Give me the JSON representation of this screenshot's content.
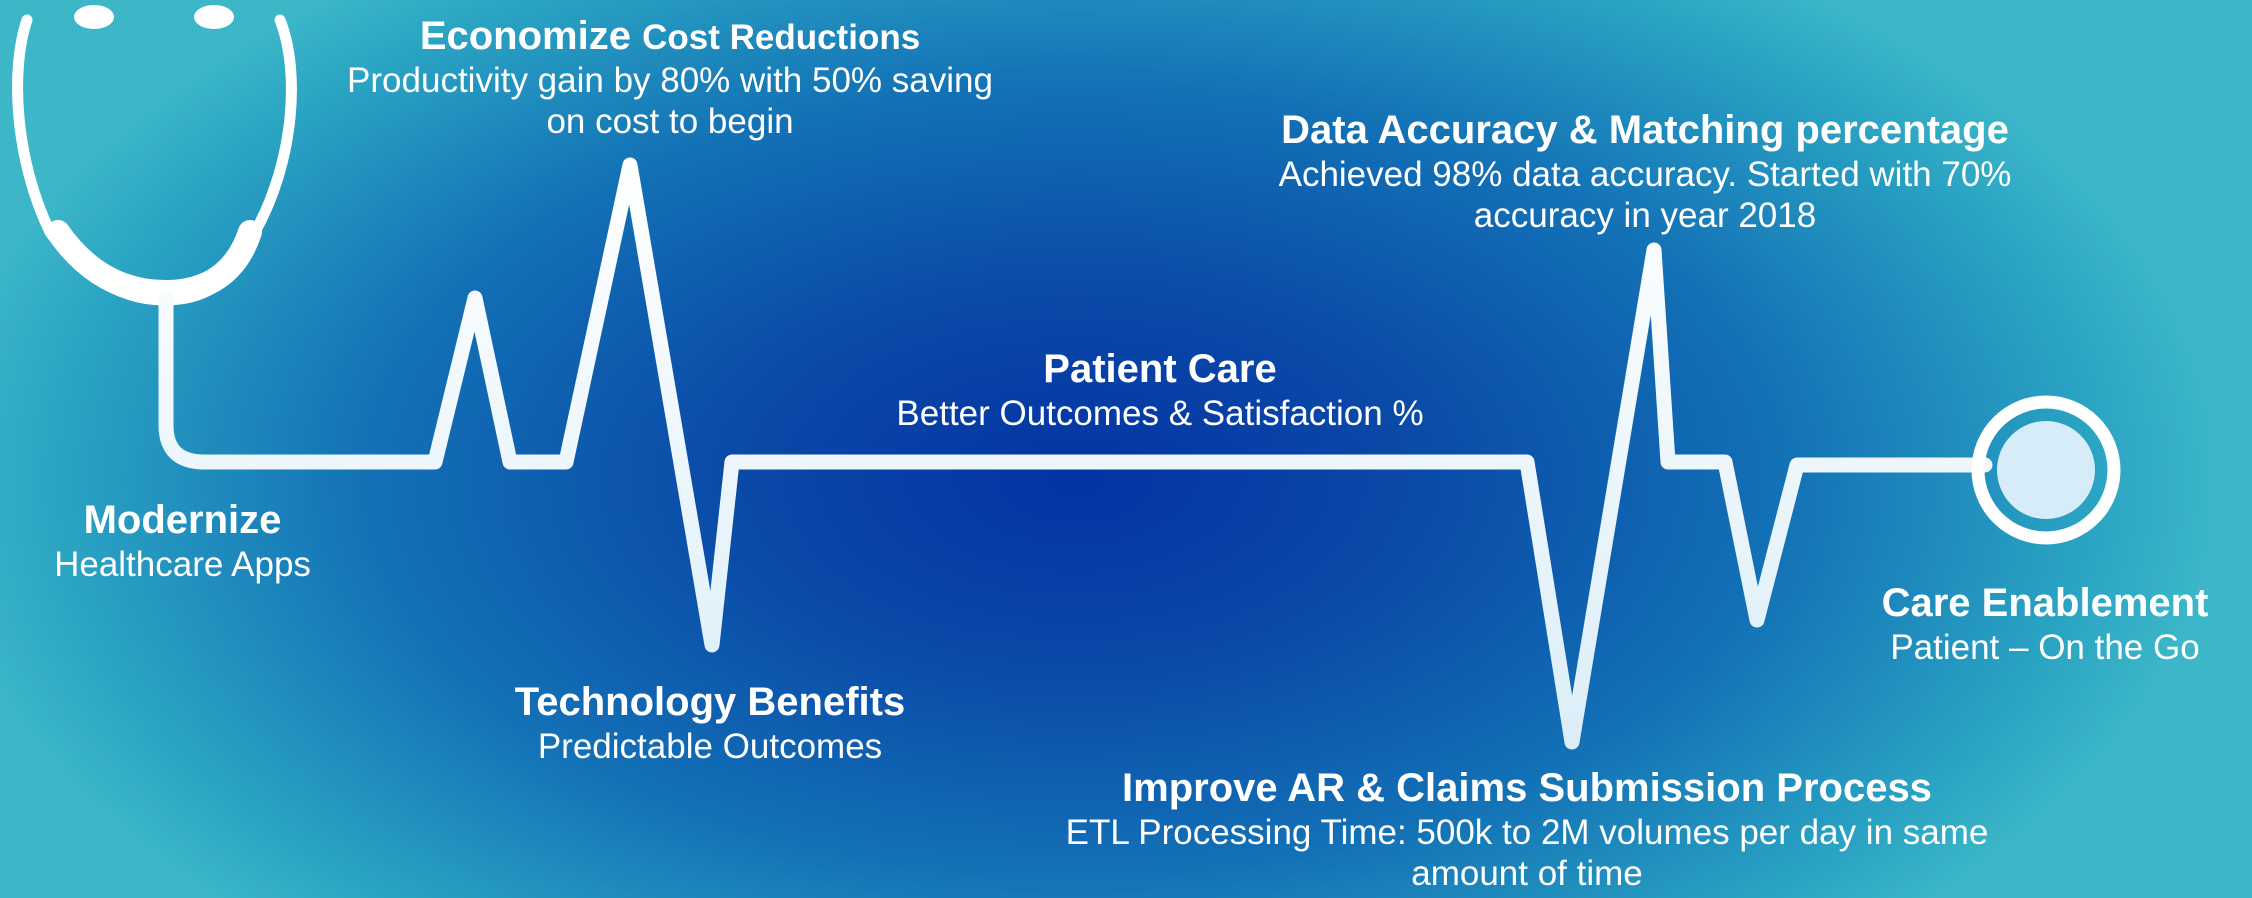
{
  "colors": {
    "background_center": "#0433a3",
    "background_edge": "#3db7c8",
    "line": "#ffffff",
    "text": "#ffffff"
  },
  "icons": [
    "stethoscope-icon",
    "heartbeat-line"
  ],
  "labels": {
    "modernize": {
      "title": "Modernize",
      "desc": "Healthcare Apps"
    },
    "economize": {
      "title": "Economize",
      "title_suffix": "Cost Reductions",
      "desc_line1": "Productivity gain by 80% with 50% saving",
      "desc_line2": "on cost to begin"
    },
    "technology": {
      "title": "Technology Benefits",
      "desc": "Predictable Outcomes"
    },
    "patient_care": {
      "title": "Patient Care",
      "desc": "Better Outcomes & Satisfaction %"
    },
    "data_accuracy": {
      "title": "Data Accuracy & Matching percentage",
      "desc_line1": "Achieved 98% data accuracy. Started with 70%",
      "desc_line2": "accuracy in year 2018"
    },
    "improve_ar": {
      "title": "Improve AR & Claims Submission Process",
      "desc_line1": "ETL Processing Time: 500k to 2M volumes per day in same",
      "desc_line2": "amount of time"
    },
    "care_enablement": {
      "title": "Care Enablement",
      "desc": "Patient – On the Go"
    }
  }
}
